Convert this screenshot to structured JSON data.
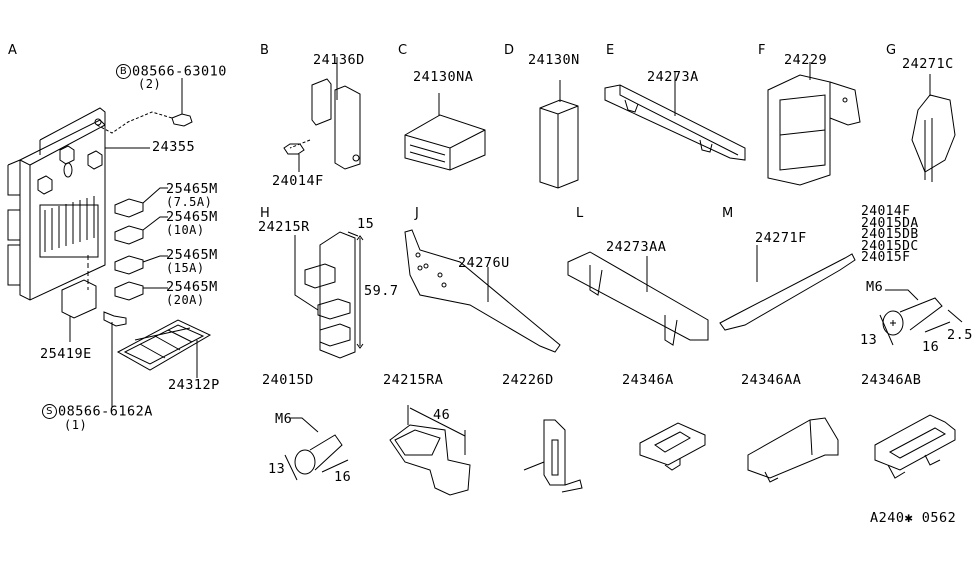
{
  "diagram": {
    "type": "parts-diagram",
    "drawing_code": "A240✱ 0562",
    "sections": [
      {
        "id": "A",
        "label": "A",
        "parts": [
          "08566-63010",
          "24355",
          "25465M",
          "25419E",
          "24312P",
          "08566-6162A"
        ]
      },
      {
        "id": "B",
        "label": "B",
        "parts": [
          "24136D",
          "24014F"
        ]
      },
      {
        "id": "C",
        "label": "C",
        "parts": [
          "24130NA"
        ]
      },
      {
        "id": "D",
        "label": "D",
        "parts": [
          "24130N"
        ]
      },
      {
        "id": "E",
        "label": "E",
        "parts": [
          "24273A"
        ]
      },
      {
        "id": "F",
        "label": "F",
        "parts": [
          "24229"
        ]
      },
      {
        "id": "G",
        "label": "G",
        "parts": [
          "24271C"
        ]
      },
      {
        "id": "H",
        "label": "H",
        "parts": [
          "24215R"
        ]
      },
      {
        "id": "J",
        "label": "J",
        "parts": [
          "24276U"
        ]
      },
      {
        "id": "L",
        "label": "L",
        "parts": [
          "24273AA"
        ]
      },
      {
        "id": "M",
        "label": "M",
        "parts": [
          "24271F"
        ]
      }
    ],
    "labels": {
      "secA": "A",
      "secB": "B",
      "secC": "C",
      "secD": "D",
      "secE": "E",
      "secF": "F",
      "secG": "G",
      "secH": "H",
      "secJ": "J",
      "secL": "L",
      "secM": "M",
      "bolt_top_prefix": "B",
      "bolt_top": "08566-63010",
      "bolt_top_qty": "(2)",
      "p24355": "24355",
      "fuse1": "25465M",
      "fuse1_rating": "(7.5A)",
      "fuse2": "25465M",
      "fuse2_rating": "(10A)",
      "fuse3": "25465M",
      "fuse3_rating": "(15A)",
      "fuse4": "25465M",
      "fuse4_rating": "(20A)",
      "p25419E": "25419E",
      "p24312P": "24312P",
      "screw_bottom_prefix": "S",
      "screw_bottom": "08566-6162A",
      "screw_bottom_qty": "(1)",
      "p24136D": "24136D",
      "p24014F": "24014F",
      "p24130NA": "24130NA",
      "p24130N": "24130N",
      "p24273A": "24273A",
      "p24229": "24229",
      "p24271C": "24271C",
      "p24215R": "24215R",
      "dim15": "15",
      "dim59_7": "59.7",
      "p24276U": "24276U",
      "p24273AA": "24273AA",
      "p24271F": "24271F",
      "bolt_group": [
        "24014F",
        "24015DA",
        "24015DB",
        "24015DC",
        "24015F"
      ],
      "bolt_group_thread": "M6",
      "bolt_group_dim_head": "13",
      "bolt_group_dim_length": "16",
      "bolt_group_dim_tip": "2.5",
      "p24015D": "24015D",
      "p24215RA": "24215RA",
      "p24226D": "24226D",
      "p24346A": "24346A",
      "p24346AA": "24346AA",
      "p24346AB": "24346AB",
      "bolt2_thread": "M6",
      "bolt2_dim_head": "13",
      "bolt2_dim_length": "16",
      "clip_dim": "46"
    }
  }
}
